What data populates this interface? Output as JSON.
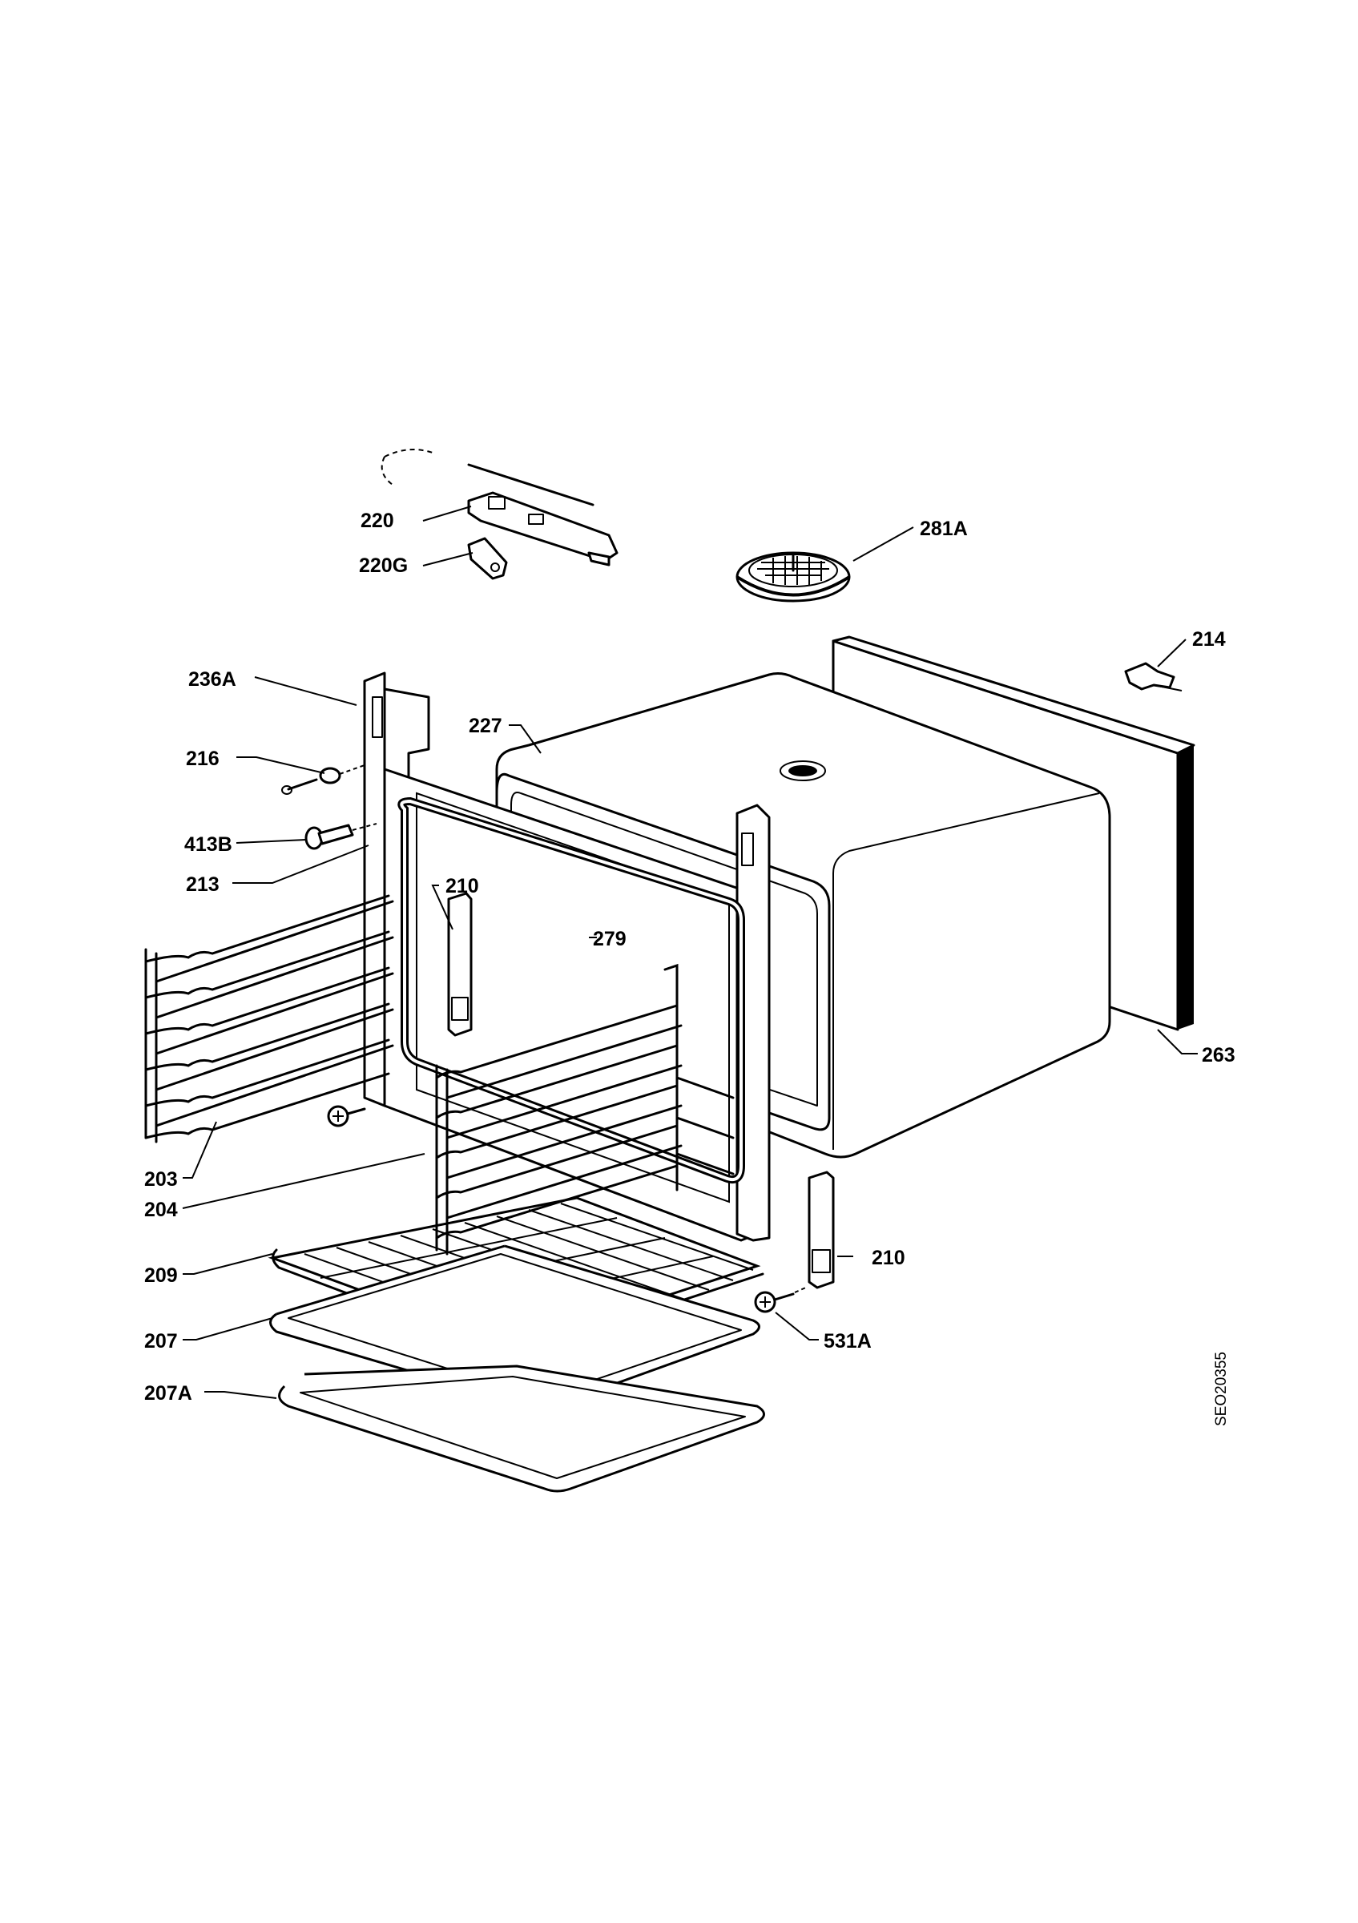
{
  "doc_code": "SEO20355",
  "callouts": [
    {
      "id": "220",
      "text": "220"
    },
    {
      "id": "220G",
      "text": "220G"
    },
    {
      "id": "281A",
      "text": "281A"
    },
    {
      "id": "214",
      "text": "214"
    },
    {
      "id": "236A",
      "text": "236A"
    },
    {
      "id": "227",
      "text": "227"
    },
    {
      "id": "216",
      "text": "216"
    },
    {
      "id": "413B",
      "text": "413B"
    },
    {
      "id": "213",
      "text": "213"
    },
    {
      "id": "210a",
      "text": "210"
    },
    {
      "id": "279",
      "text": "279"
    },
    {
      "id": "263",
      "text": "263"
    },
    {
      "id": "203",
      "text": "203"
    },
    {
      "id": "204",
      "text": "204"
    },
    {
      "id": "210b",
      "text": "210"
    },
    {
      "id": "209",
      "text": "209"
    },
    {
      "id": "531A",
      "text": "531A"
    },
    {
      "id": "207",
      "text": "207"
    },
    {
      "id": "207A",
      "text": "207A"
    }
  ]
}
